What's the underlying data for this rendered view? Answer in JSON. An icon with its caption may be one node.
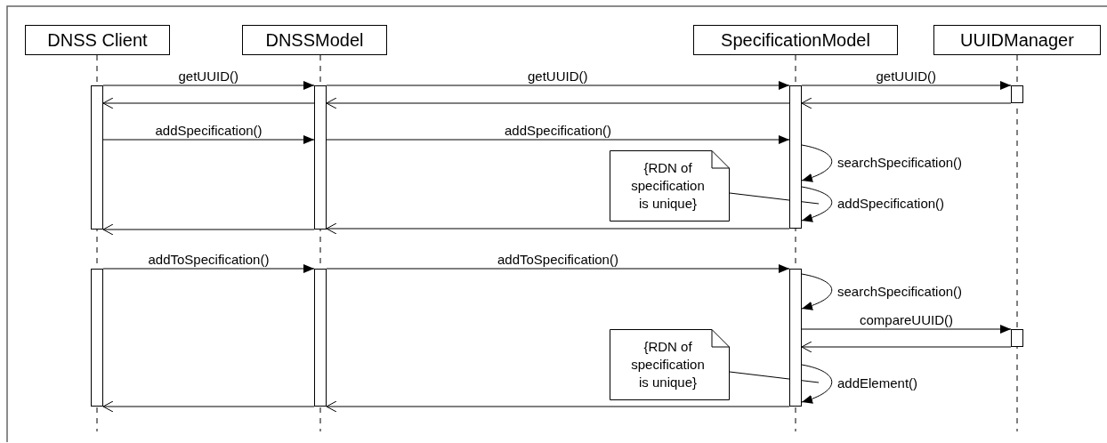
{
  "diagram": {
    "nodes": [
      {
        "text": [
          "DNSS Client"
        ]
      },
      {
        "text": [
          "DNSSModel"
        ]
      },
      {
        "text": [
          "SpecificationModel"
        ]
      },
      {
        "text": [
          "UUIDManager"
        ]
      },
      {
        "text": [],
        "shape": "bar"
      },
      {
        "text": [],
        "shape": "bar"
      },
      {
        "text": [],
        "shape": "bar"
      },
      {
        "text": [],
        "shape": "bar"
      },
      {
        "text": [
          "{RDN of specification is unique}"
        ]
      },
      {
        "text": [],
        "shape": "bar"
      },
      {
        "text": [],
        "shape": "bar"
      },
      {
        "text": [],
        "shape": "bar"
      },
      {
        "text": [],
        "shape": "bar"
      },
      {
        "text": [
          "{RDN of specification is unique}"
        ]
      }
    ],
    "edges": [
      {
        "from": 4,
        "to": 5,
        "arrow": "to",
        "label": "getUUID()"
      },
      {
        "from": 5,
        "to": 6,
        "arrow": "to",
        "label": "getUUID()"
      },
      {
        "from": 6,
        "to": 7,
        "arrow": "to",
        "label": "getUUID()"
      },
      {
        "from": 7,
        "to": 6,
        "arrow": "to"
      },
      {
        "from": 6,
        "to": 5,
        "arrow": "to"
      },
      {
        "from": 5,
        "to": 4,
        "arrow": "to"
      },
      {
        "from": 4,
        "to": 5,
        "arrow": "to",
        "label": "addSpecification()"
      },
      {
        "from": 5,
        "to": 6,
        "arrow": "to",
        "label": "addSpecification()"
      },
      {
        "from": 6,
        "to": 6,
        "arrow": "to",
        "label": "searchSpecification()"
      },
      {
        "from": 6,
        "to": 6,
        "arrow": "to",
        "label": "addSpecification()"
      },
      {
        "from": 6,
        "to": 5,
        "arrow": "to"
      },
      {
        "from": 5,
        "to": 4,
        "arrow": "to"
      },
      {
        "from": 8,
        "to": null,
        "arrow": "none"
      },
      {
        "from": 9,
        "to": 10,
        "arrow": "to",
        "label": "addToSpecification()"
      },
      {
        "from": 10,
        "to": 11,
        "arrow": "to",
        "label": "addToSpecification()"
      },
      {
        "from": 11,
        "to": 11,
        "arrow": "to",
        "label": "searchSpecification()"
      },
      {
        "from": 11,
        "to": 12,
        "arrow": "to",
        "label": "compareUUID()"
      },
      {
        "from": 12,
        "to": 11,
        "arrow": "to"
      },
      {
        "from": 11,
        "to": 11,
        "arrow": "to",
        "label": "addElement()"
      },
      {
        "from": 11,
        "to": 10,
        "arrow": "to"
      },
      {
        "from": 10,
        "to": 9,
        "arrow": "to"
      },
      {
        "from": 13,
        "to": null,
        "arrow": "none"
      }
    ]
  }
}
